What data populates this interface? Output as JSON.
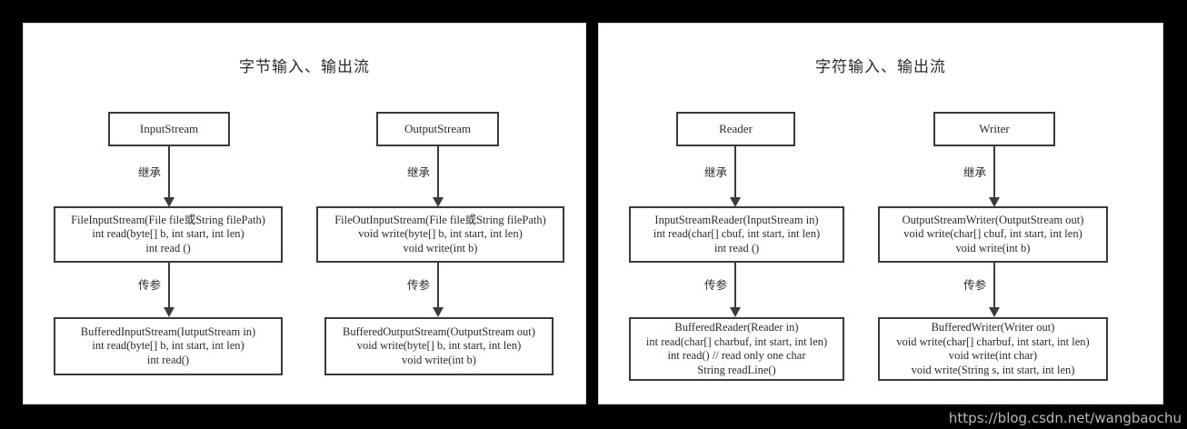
{
  "watermark": "https://blog.csdn.net/wangbaochu",
  "panels": [
    {
      "id": "byte-stream",
      "title": "字节输入、输出流",
      "columns": [
        {
          "id": "input-stream",
          "root": {
            "lines": [
              "InputStream"
            ]
          },
          "edge1_label": "继承",
          "middle": {
            "lines": [
              "FileInputStream(File file或String filePath)",
              "int read(byte[] b, int start, int len)",
              "int read ()"
            ]
          },
          "edge2_label": "传参",
          "leaf": {
            "lines": [
              "BufferedInputStream(IutputStream in)",
              "int read(byte[] b, int start, int len)",
              "int read()"
            ]
          }
        },
        {
          "id": "output-stream",
          "root": {
            "lines": [
              "OutputStream"
            ]
          },
          "edge1_label": "继承",
          "middle": {
            "lines": [
              "FileOutInputStream(File file或String filePath)",
              "void write(byte[] b, int start, int len)",
              "void write(int b)"
            ]
          },
          "edge2_label": "传参",
          "leaf": {
            "lines": [
              "BufferedOutputStream(OutputStream out)",
              "void write(byte[] b, int start, int len)",
              "void  write(int b)"
            ]
          }
        }
      ]
    },
    {
      "id": "char-stream",
      "title": "字符输入、输出流",
      "columns": [
        {
          "id": "reader",
          "root": {
            "lines": [
              "Reader"
            ]
          },
          "edge1_label": "继承",
          "middle": {
            "lines": [
              "InputStreamReader(InputStream in)",
              "int read(char[] cbuf, int start, int len)",
              "int read ()"
            ]
          },
          "edge2_label": "传参",
          "leaf": {
            "lines": [
              "BufferedReader(Reader in)",
              "int read(char[] charbuf, int start, int len)",
              "int read() // read only one char",
              "String readLine()"
            ]
          }
        },
        {
          "id": "writer",
          "root": {
            "lines": [
              "Writer"
            ]
          },
          "edge1_label": "继承",
          "middle": {
            "lines": [
              "OutputStreamWriter(OutputStream out)",
              "void write(char[] cbuf, int start, int len)",
              "void write(int b)"
            ]
          },
          "edge2_label": "传参",
          "leaf": {
            "lines": [
              "BufferedWriter(Writer out)",
              "void write(char[] charbuf, int start, int len)",
              "void write(int char)",
              "void write(String s, int start, int len)"
            ]
          }
        }
      ]
    }
  ]
}
